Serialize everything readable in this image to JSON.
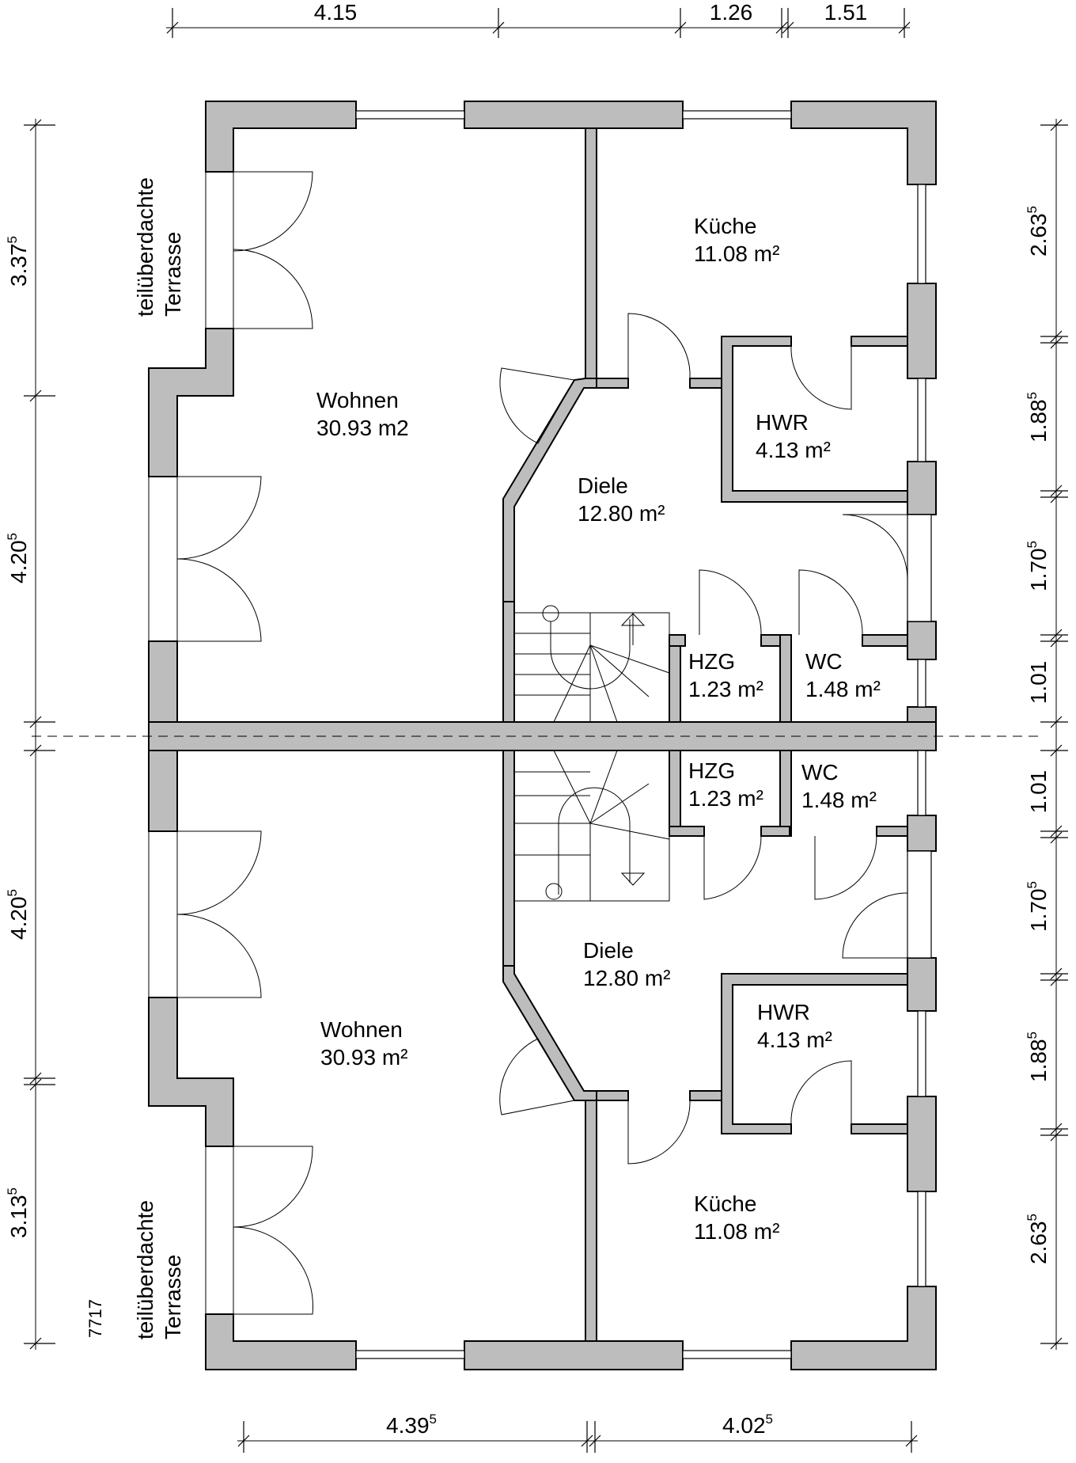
{
  "dimensions": {
    "top": [
      "4.15",
      "1.26",
      "1.51"
    ],
    "bottom": [
      {
        "v": "4.39",
        "sup": "5"
      },
      {
        "v": "4.02",
        "sup": "5"
      }
    ],
    "left": [
      {
        "v": "3.37",
        "sup": "5"
      },
      {
        "v": "4.20",
        "sup": "5"
      },
      {
        "v": "4.20",
        "sup": "5"
      },
      {
        "v": "3.13",
        "sup": "5"
      }
    ],
    "right": [
      {
        "v": "2.63",
        "sup": "5"
      },
      {
        "v": "1.88",
        "sup": "5"
      },
      {
        "v": "1.70",
        "sup": "5"
      },
      {
        "v": "1.01",
        "sup": ""
      },
      {
        "v": "1.01",
        "sup": ""
      },
      {
        "v": "1.70",
        "sup": "5"
      },
      {
        "v": "1.88",
        "sup": "5"
      },
      {
        "v": "2.63",
        "sup": "5"
      }
    ]
  },
  "rooms_top": {
    "wohnen": {
      "name": "Wohnen",
      "area": "30.93 m2"
    },
    "kueche": {
      "name": "Küche",
      "area": "11.08 m²"
    },
    "hwr": {
      "name": "HWR",
      "area": "4.13 m²"
    },
    "diele": {
      "name": "Diele",
      "area": "12.80 m²"
    },
    "hzg": {
      "name": "HZG",
      "area": "1.23 m²"
    },
    "wc": {
      "name": "WC",
      "area": "1.48 m²"
    }
  },
  "rooms_bottom": {
    "hzg": {
      "name": "HZG",
      "area": "1.23 m²"
    },
    "wc": {
      "name": "WC",
      "area": "1.48 m²"
    },
    "diele": {
      "name": "Diele",
      "area": "12.80 m²"
    },
    "hwr": {
      "name": "HWR",
      "area": "4.13 m²"
    },
    "wohnen": {
      "name": "Wohnen",
      "area": "30.93 m²"
    },
    "kueche": {
      "name": "Küche",
      "area": "11.08 m²"
    }
  },
  "terrace": {
    "line1": "teilüberdachte",
    "line2": "Terrasse"
  },
  "drawing_number": "7717"
}
